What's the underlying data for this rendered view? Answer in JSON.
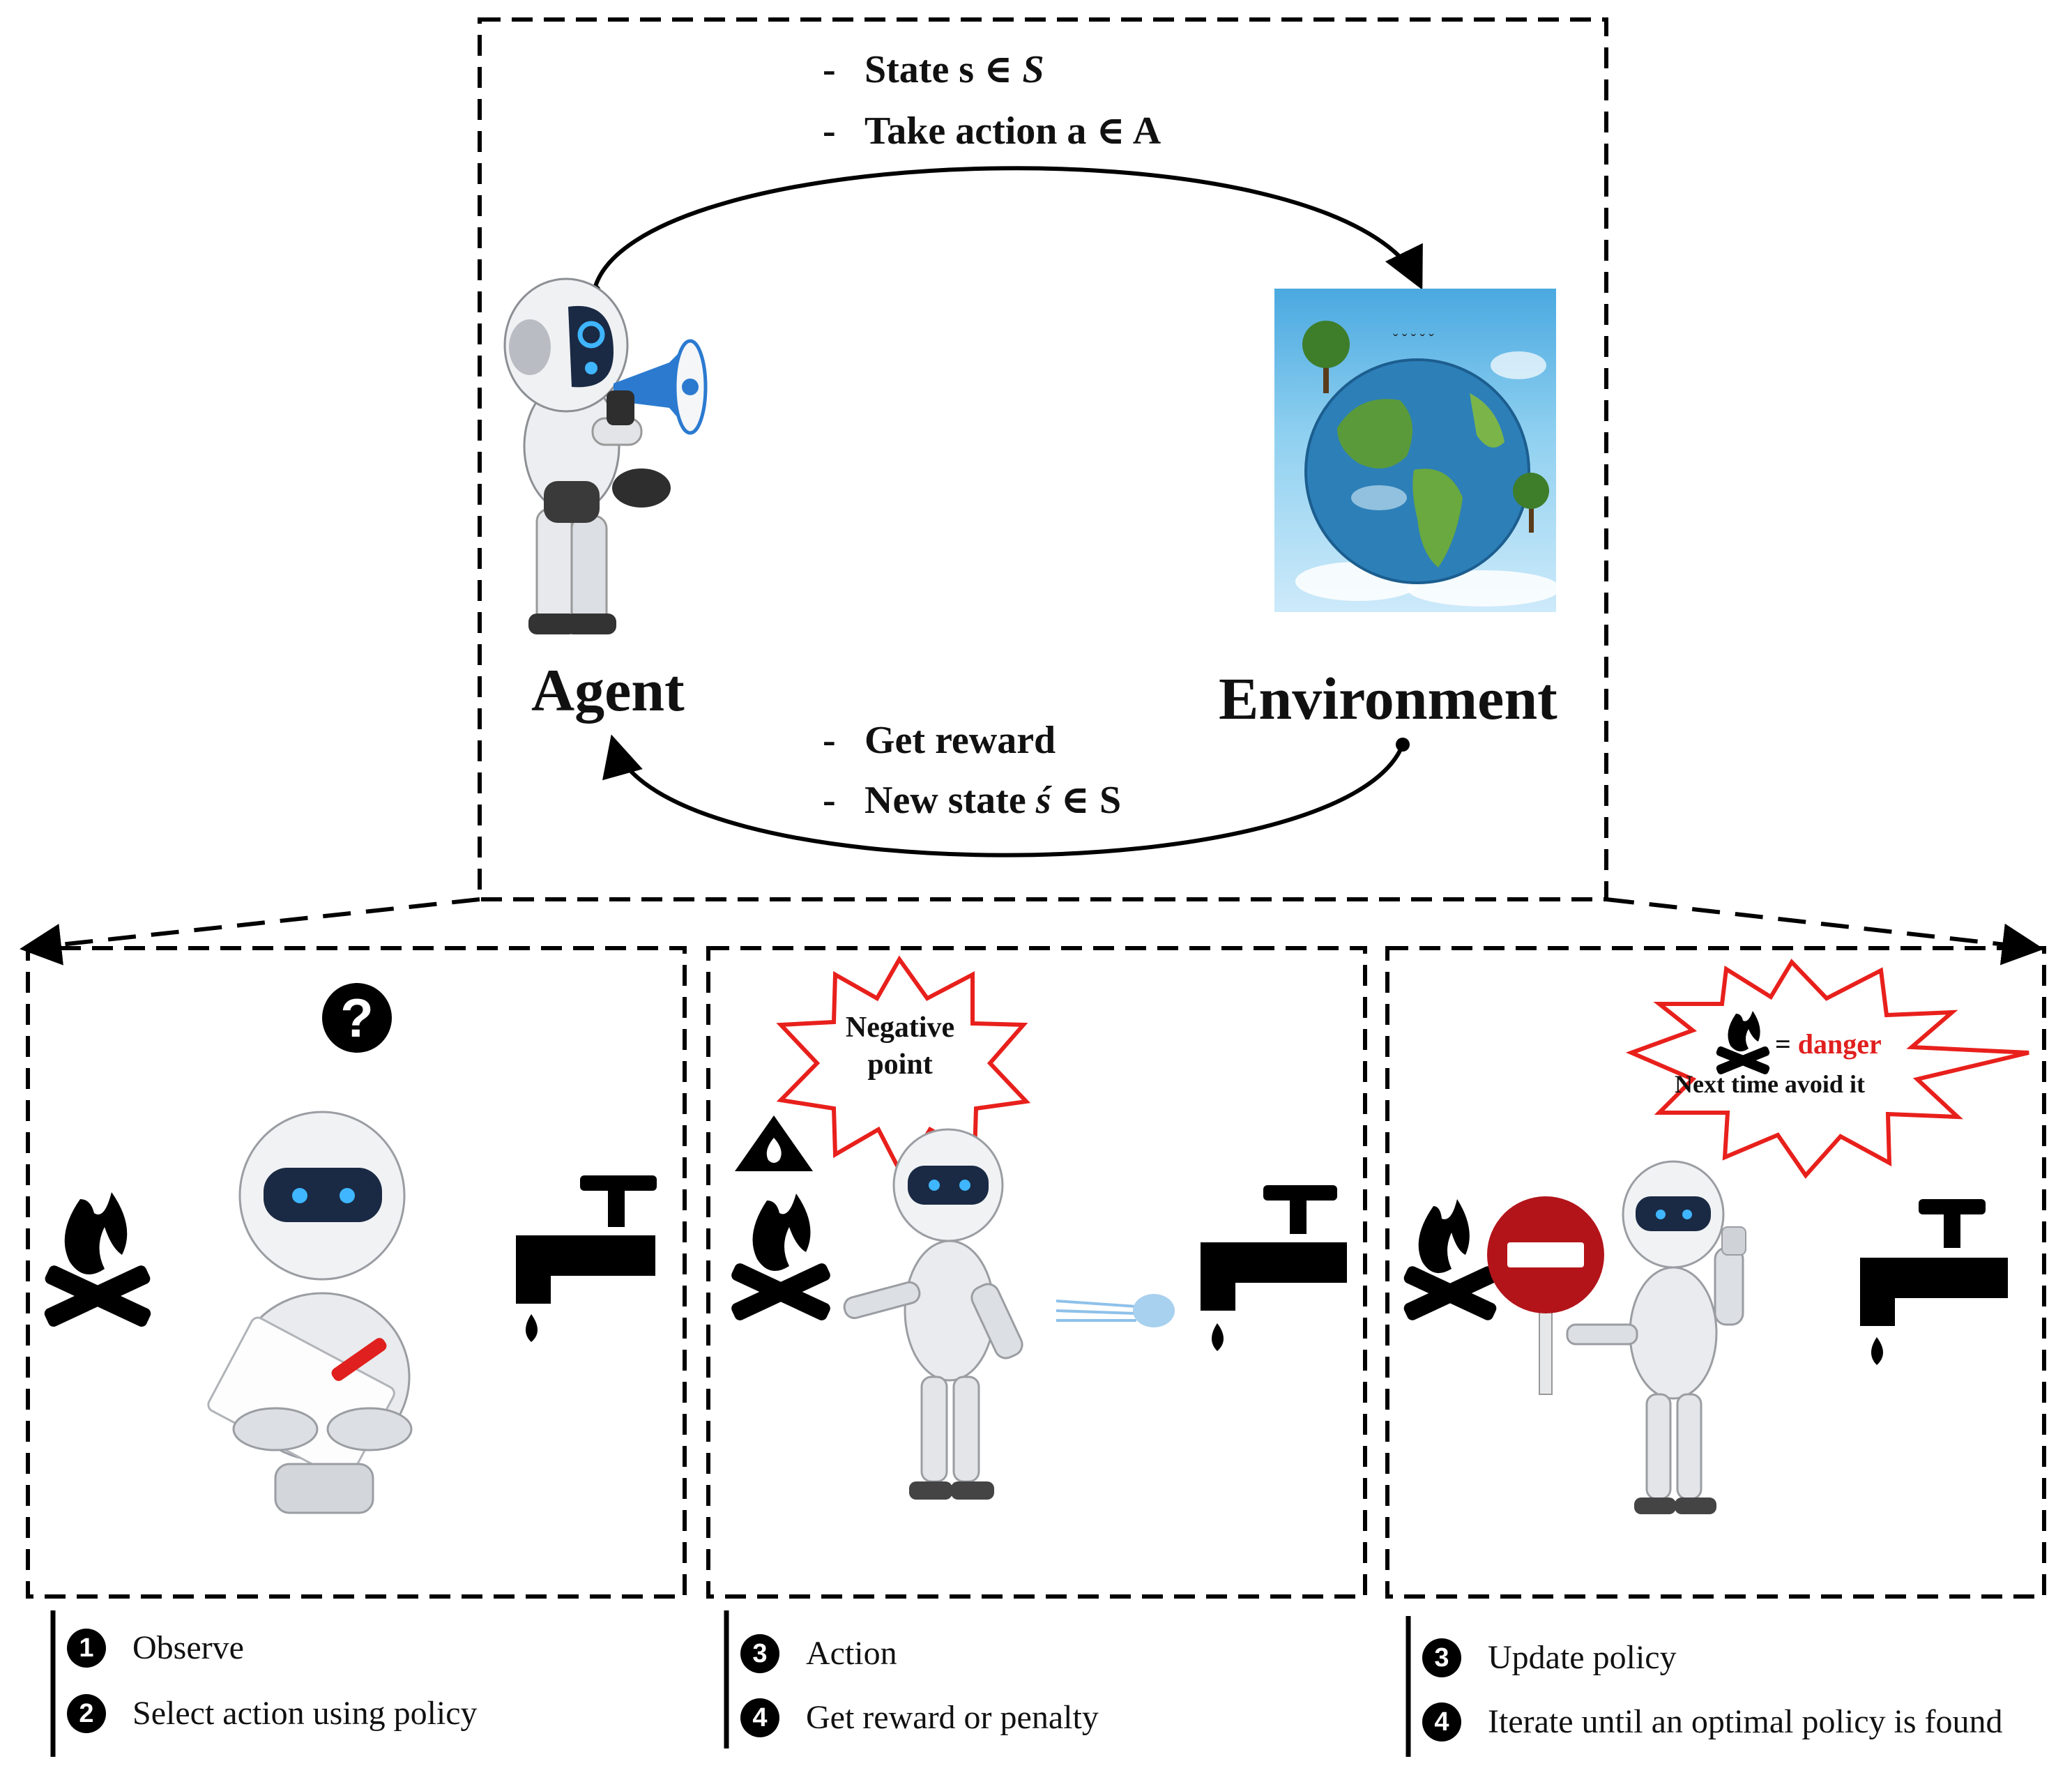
{
  "top_box": {
    "bullets_top": [
      {
        "dash": "-",
        "text": "State s ∈ ",
        "symbol": "S"
      },
      {
        "dash": "-",
        "text": "Take action a ∈ A"
      }
    ],
    "bullets_bottom": [
      {
        "dash": "-",
        "text": "Get reward"
      },
      {
        "dash": "-",
        "text": "New state ",
        "symbol": "ś",
        "rest": " ∈ S"
      }
    ],
    "agent_label": "Agent",
    "environment_label": "Environment"
  },
  "panel1": {
    "question_mark": "?",
    "icons": [
      "campfire-icon",
      "robot-reading-icon",
      "water-tap-icon"
    ],
    "steps": [
      {
        "number": "1",
        "text": "Observe"
      },
      {
        "number": "2",
        "text": "Select action using policy"
      }
    ]
  },
  "panel2": {
    "burst_line1": "Negative",
    "burst_line2": "point",
    "icons": [
      "fire-warning-icon",
      "campfire-icon",
      "robot-standing-icon",
      "water-tap-icon"
    ],
    "steps": [
      {
        "number": "3",
        "text": "Action"
      },
      {
        "number": "4",
        "text": "Get reward or penalty"
      }
    ]
  },
  "panel3": {
    "burst_equals": "=",
    "burst_danger": "danger",
    "burst_line2": "Next time avoid it",
    "icons": [
      "campfire-icon",
      "no-entry-sign-icon",
      "robot-stop-icon",
      "water-tap-icon"
    ],
    "steps": [
      {
        "number": "3",
        "text": "Update policy"
      },
      {
        "number": "4",
        "text": "Iterate until an optimal policy is found"
      }
    ]
  },
  "colors": {
    "danger_red": "#e0201e",
    "burst_stroke": "#e8201c",
    "robot_visor": "#1a2a44",
    "robot_eye": "#3fb6ff",
    "sky": "#5ab4e6"
  }
}
